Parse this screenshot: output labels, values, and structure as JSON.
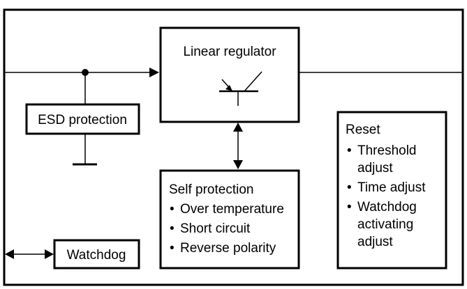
{
  "blocks": {
    "regulator": {
      "title": "Linear regulator"
    },
    "esd": {
      "title": "ESD protection"
    },
    "reset": {
      "title": "Reset",
      "items": [
        {
          "bullet": "•",
          "lines": [
            "Threshold",
            "adjust"
          ]
        },
        {
          "bullet": "•",
          "lines": [
            "Time adjust"
          ]
        },
        {
          "bullet": "•",
          "lines": [
            "Watchdog",
            "activating",
            "adjust"
          ]
        }
      ]
    },
    "self_protection": {
      "title": "Self protection",
      "items": [
        {
          "bullet": "•",
          "lines": [
            "Over temperature"
          ]
        },
        {
          "bullet": "•",
          "lines": [
            "Short circuit"
          ]
        },
        {
          "bullet": "•",
          "lines": [
            "Reverse polarity"
          ]
        }
      ]
    },
    "watchdog": {
      "title": "Watchdog"
    }
  }
}
